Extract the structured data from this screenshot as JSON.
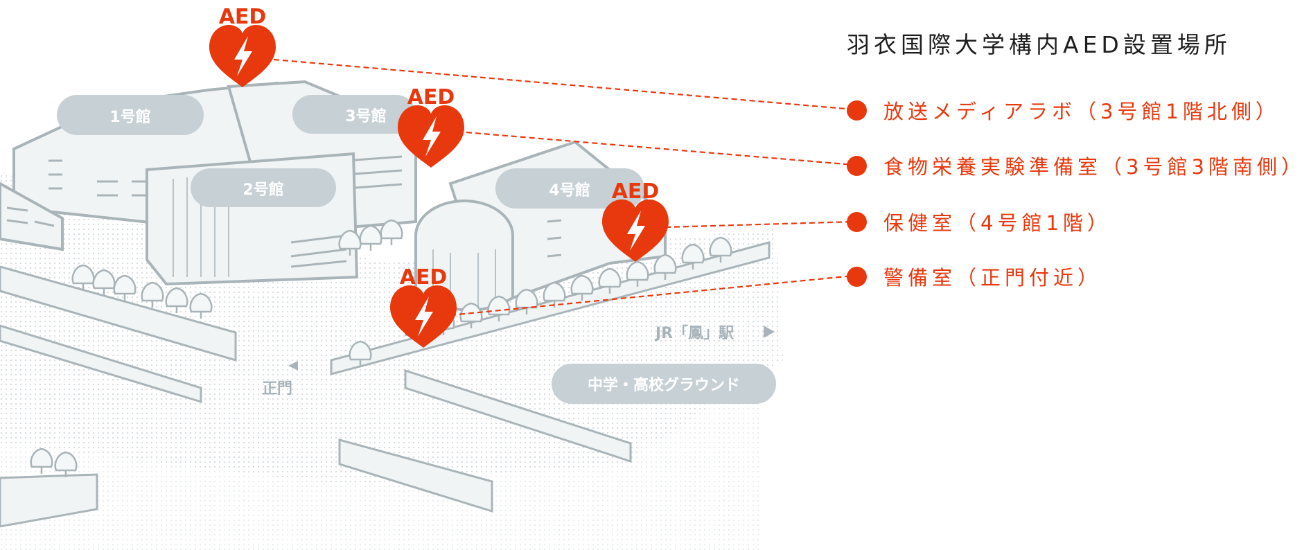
{
  "title": "羽衣国際大学構内AED設置場所",
  "marker_text": "AED",
  "colors": {
    "accent": "#e8380d",
    "building_fill": "#f1f4f5",
    "building_stroke": "#a9b4b9",
    "label_pill": "#c6d0d5",
    "map_label_text": "#a8b4ba"
  },
  "icons": [
    "aed-heart-icon",
    "lightning-bolt-icon",
    "arrow-left-icon",
    "arrow-right-icon",
    "tree-icon"
  ],
  "legend": [
    {
      "text": "放送メディアラボ（3号館1階北側）"
    },
    {
      "text": "食物栄養実験準備室（3号館3階南側）"
    },
    {
      "text": "保健室（4号館1階）"
    },
    {
      "text": "警備室（正門付近）"
    }
  ],
  "buildings": {
    "b1": "1号館",
    "b2": "2号館",
    "b3": "3号館",
    "b4": "4号館",
    "ground": "中学・高校グラウンド"
  },
  "landmarks": {
    "main_gate": "正門",
    "station": "JR「鳳」駅"
  }
}
